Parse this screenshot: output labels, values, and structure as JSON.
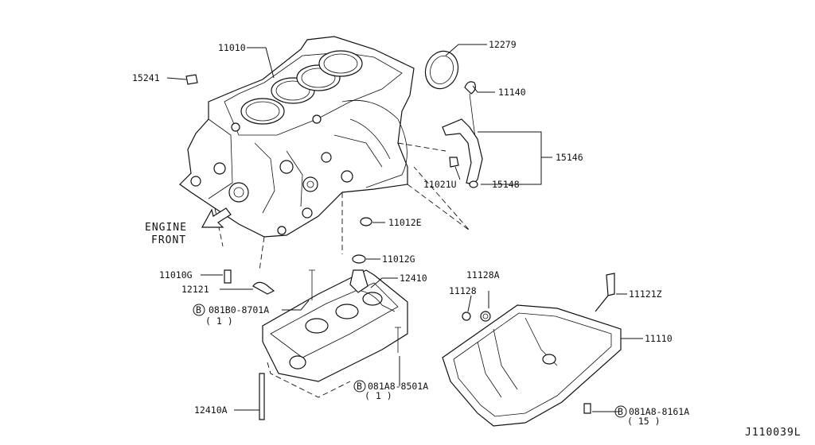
{
  "diagram": {
    "labels": {
      "p11010": "11010",
      "p15241": "15241",
      "p12279": "12279",
      "p11140": "11140",
      "p15146": "15146",
      "p11021U": "11021U",
      "p15148": "15148",
      "p11012E": "11012E",
      "p11010G": "11010G",
      "p12121": "12121",
      "p11012G": "11012G",
      "p12410": "12410",
      "p08180": "081B0-8701A",
      "p08180_qty": "( 1 )",
      "p11128A": "11128A",
      "p11128": "11128",
      "p11121Z": "11121Z",
      "p11110": "11110",
      "p08148_8501": "081A8-8501A",
      "p08148_8501_qty": "( 1 )",
      "p08148_8161": "081A8-8161A",
      "p08148_8161_qty": "( 15 )",
      "p12410A": "12410A",
      "bolt_symbol": "B",
      "engine": "ENGINE",
      "front": "FRONT",
      "figure_id": "J110039L"
    }
  }
}
